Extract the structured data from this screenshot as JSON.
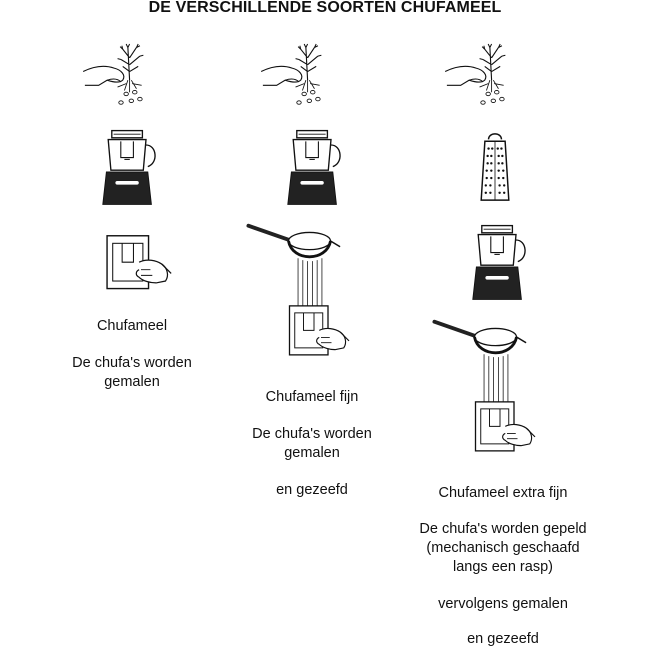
{
  "title": "DE VERSCHILLENDE SOORTEN CHUFAMEEL",
  "columns": [
    {
      "name": "Chufameel",
      "description": "De chufa's worden gemalen",
      "steps": [
        "harvest-icon",
        "blender-icon",
        "flour-bag-icon"
      ]
    },
    {
      "name": "Chufameel fijn",
      "description": "De chufa's worden gemalen",
      "extra": "en gezeefd",
      "steps": [
        "harvest-icon",
        "blender-icon",
        "sieve-icon",
        "flour-bag-icon"
      ]
    },
    {
      "name": "Chufameel extra fijn",
      "description": "De chufa's worden gepeld (mechanisch geschaafd langs een rasp)",
      "then": "vervolgens gemalen",
      "extra": "en gezeefd",
      "steps": [
        "harvest-icon",
        "grater-icon",
        "blender-icon",
        "sieve-icon",
        "flour-bag-icon"
      ]
    }
  ],
  "colors": {
    "ink": "#111111",
    "background": "#ffffff"
  }
}
